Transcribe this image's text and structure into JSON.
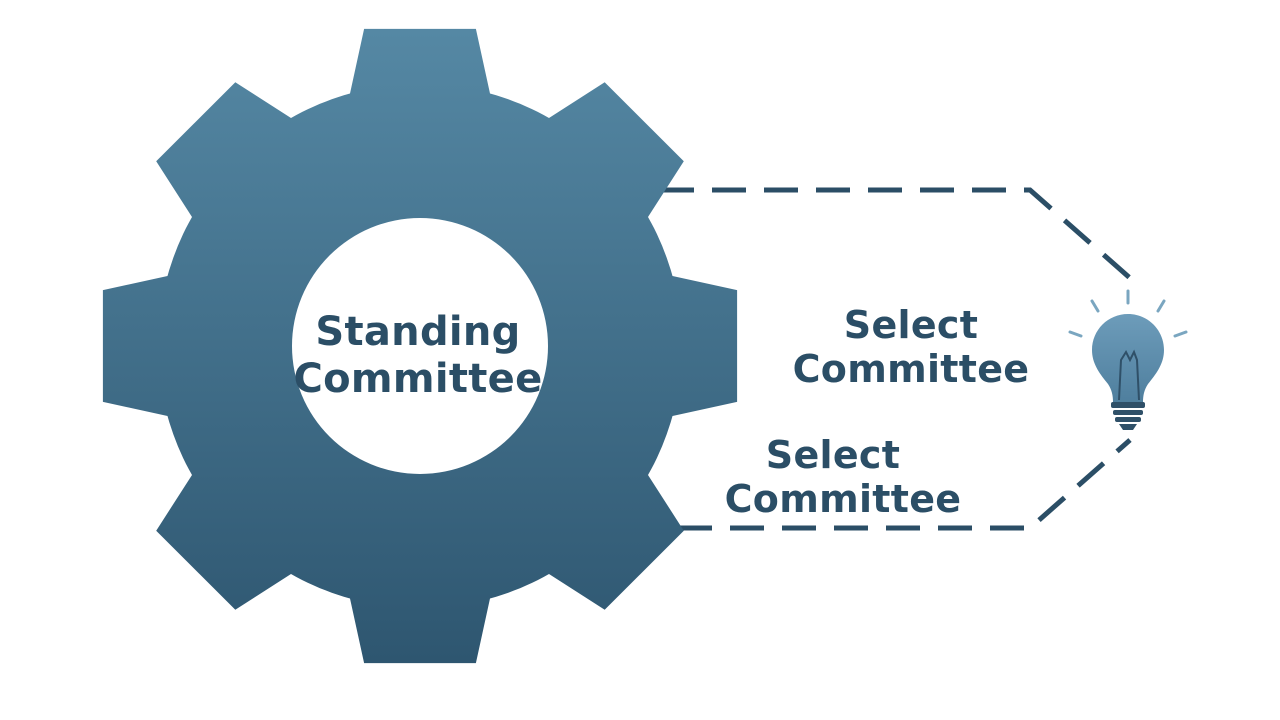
{
  "diagram": {
    "gear": {
      "label_line1": "Standing",
      "label_line2": "Committee"
    },
    "upper_label": {
      "line1": "Select",
      "line2": "Committee"
    },
    "lower_label": {
      "line1": "Select",
      "line2": "Committee"
    },
    "colors": {
      "gear_top": "#5588a4",
      "gear_bottom": "#2e5670",
      "text": "#2b4e66",
      "dash": "#2b4e66",
      "bulb": "#5a8aa8",
      "bulb_rays": "#7aa6c0",
      "bulb_base": "#2f5068"
    },
    "icons": [
      "gear-icon",
      "lightbulb-icon"
    ]
  }
}
